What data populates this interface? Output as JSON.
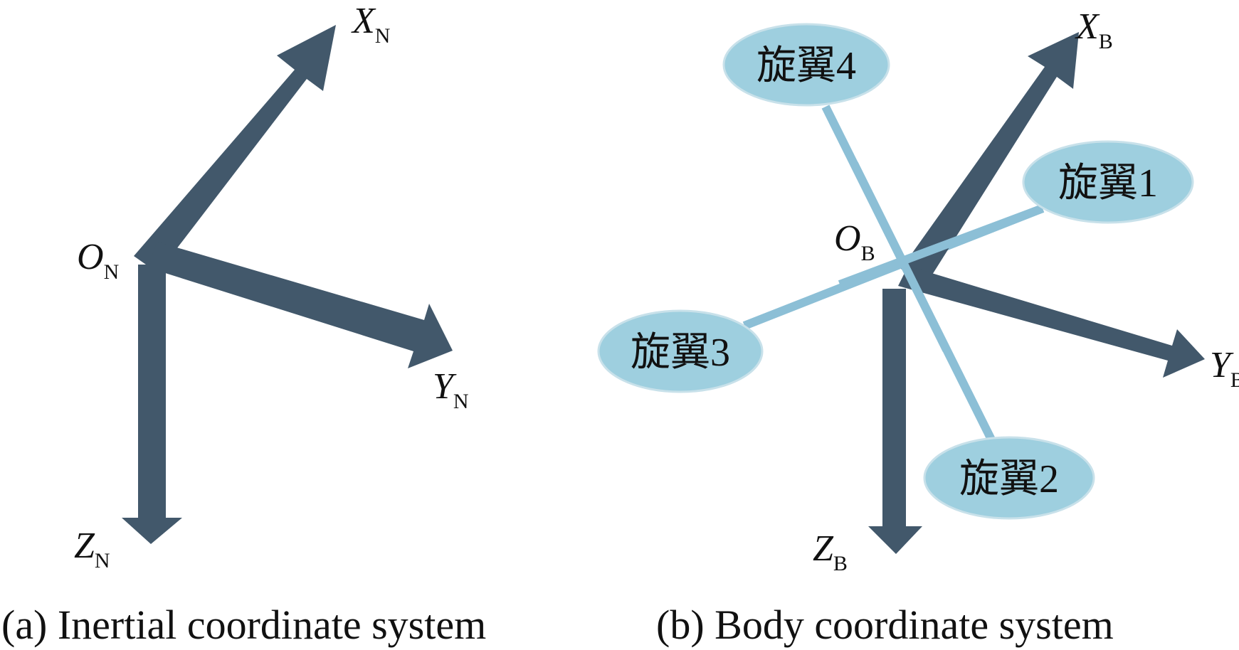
{
  "colors": {
    "axis": "#42586b",
    "rotor_fill": "#9ecfdf",
    "rotor_stroke": "#c8e1ea",
    "arm": "#8cbfd6",
    "text": "#111111",
    "background": "#ffffff"
  },
  "panel_a": {
    "caption": "(a) Inertial coordinate system",
    "origin": {
      "letter": "O",
      "sub": "N"
    },
    "x_axis": {
      "letter": "X",
      "sub": "N"
    },
    "y_axis": {
      "letter": "Y",
      "sub": "N"
    },
    "z_axis": {
      "letter": "Z",
      "sub": "N"
    }
  },
  "panel_b": {
    "caption": "(b) Body coordinate system",
    "origin": {
      "letter": "O",
      "sub": "B"
    },
    "x_axis": {
      "letter": "X",
      "sub": "B"
    },
    "y_axis": {
      "letter": "Y",
      "sub": "B"
    },
    "z_axis": {
      "letter": "Z",
      "sub": "B"
    },
    "rotors": [
      {
        "label": "旋翼1"
      },
      {
        "label": "旋翼2"
      },
      {
        "label": "旋翼3"
      },
      {
        "label": "旋翼4"
      }
    ]
  }
}
